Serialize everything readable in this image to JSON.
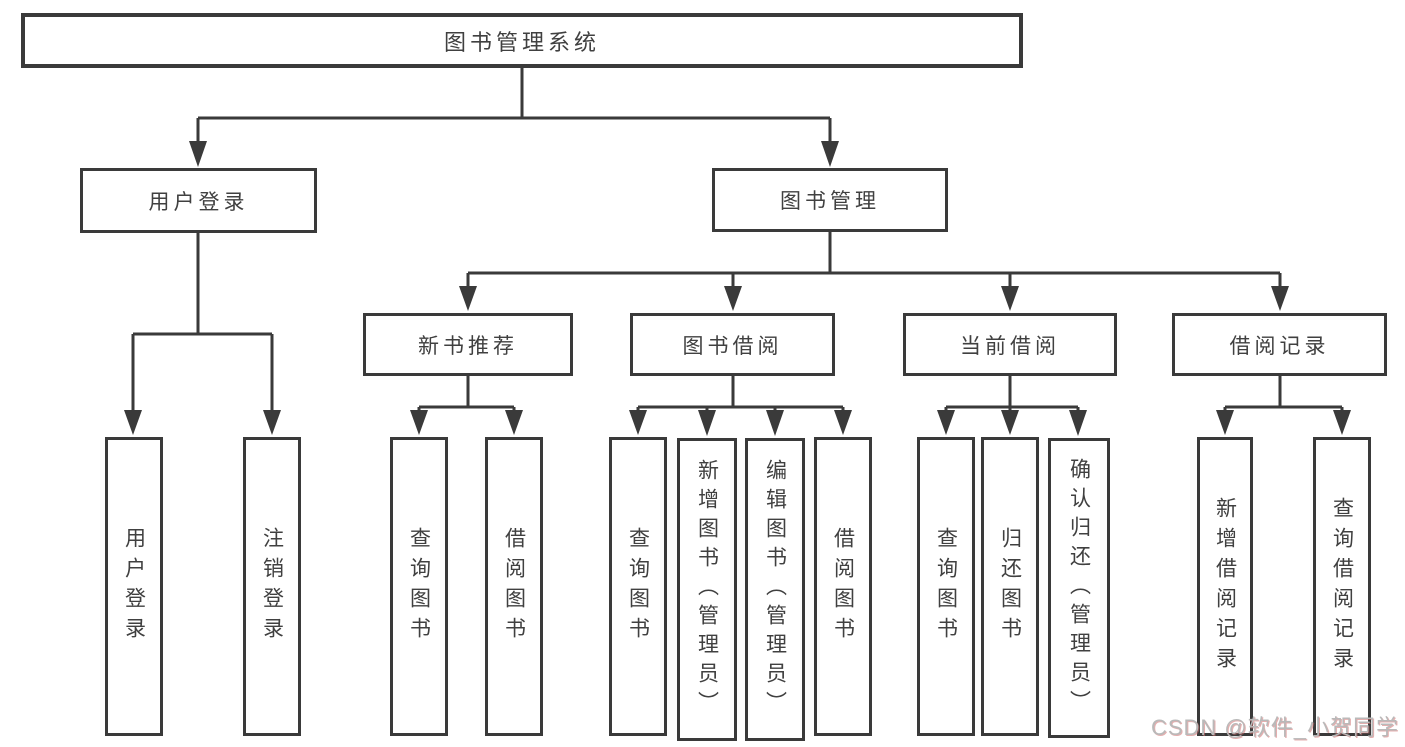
{
  "diagram_title": "图书管理系统",
  "watermark": "CSDN @软件_小贺同学",
  "colors": {
    "line": "#3a3a3a",
    "text": "#404040",
    "watermark": "#b9b9b9",
    "background": "#ffffff"
  },
  "nodes": {
    "root": "图书管理系统",
    "user_login": "用户登录",
    "book_mgmt": "图书管理",
    "new_book_rec": "新书推荐",
    "book_borrow": "图书借阅",
    "current_borrow": "当前借阅",
    "borrow_record": "借阅记录",
    "ul_user_login": "用户登录",
    "ul_logout": "注销登录",
    "nbr_query_book": "查询图书",
    "nbr_borrow_book": "借阅图书",
    "bb_query_book": "查询图书",
    "bb_add_book": "新增图书（管理员）",
    "bb_edit_book": "编辑图书（管理员）",
    "bb_borrow_book": "借阅图书",
    "cb_query_book": "查询图书",
    "cb_return_book": "归还图书",
    "cb_confirm_return": "确认归还（管理员）",
    "br_add_record": "新增借阅记录",
    "br_query_record": "查询借阅记录"
  },
  "hierarchy": {
    "图书管理系统": {
      "用户登录": [
        "用户登录",
        "注销登录"
      ],
      "图书管理": {
        "新书推荐": [
          "查询图书",
          "借阅图书"
        ],
        "图书借阅": [
          "查询图书",
          "新增图书（管理员）",
          "编辑图书（管理员）",
          "借阅图书"
        ],
        "当前借阅": [
          "查询图书",
          "归还图书",
          "确认归还（管理员）"
        ],
        "借阅记录": [
          "新增借阅记录",
          "查询借阅记录"
        ]
      }
    }
  }
}
